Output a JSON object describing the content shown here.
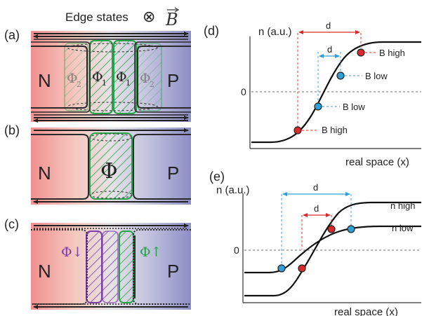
{
  "header": {
    "text": "Edge states",
    "otimes": "⊗",
    "field": "B"
  },
  "panels": {
    "a": {
      "label": "(a)",
      "left": "N",
      "right": "P",
      "phis": [
        "Φ",
        "Φ",
        "Φ",
        "Φ"
      ],
      "subs": [
        "2",
        "1",
        "1",
        "2"
      ]
    },
    "b": {
      "label": "(b)",
      "left": "N",
      "right": "P",
      "phi": "Φ"
    },
    "c": {
      "label": "(c)",
      "left": "N",
      "right": "P",
      "phi_down": "Φ↓",
      "phi_up": "Φ↑"
    },
    "d": {
      "label": "(d)",
      "ylabel": "n (a.u.)",
      "xlabel": "real space (x)",
      "zero": "0",
      "d_outer": "d",
      "d_inner": "d",
      "points": [
        "B high",
        "B low",
        "B low",
        "B high"
      ]
    },
    "e": {
      "label": "(e)",
      "ylabel": "n (a.u.)",
      "xlabel": "real space (x)",
      "zero": "0",
      "d_outer": "d",
      "d_inner": "d",
      "series": [
        "n high",
        "n low"
      ]
    }
  },
  "colors": {
    "red": "#d92b2b",
    "blue": "#2f9fd8",
    "green": "#27a24a",
    "purple": "#7a3fa8",
    "n_side": "#f08a8a",
    "p_side": "#8c8cc8"
  }
}
